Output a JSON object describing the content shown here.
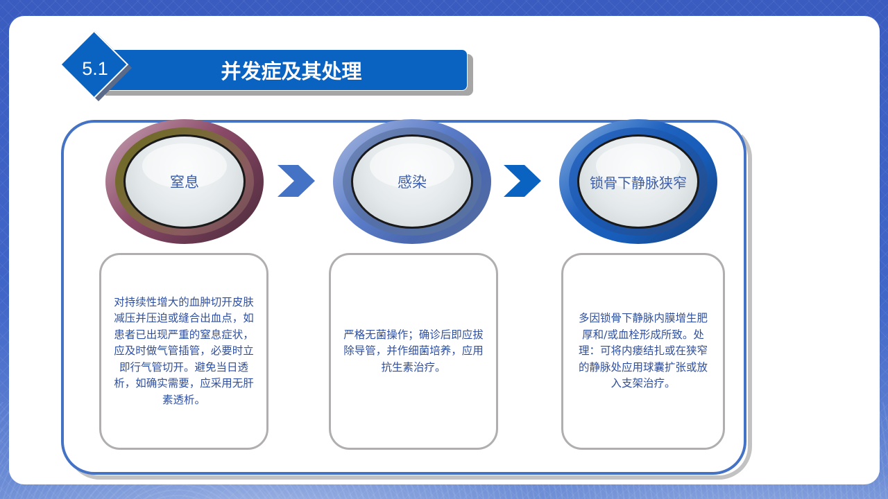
{
  "slide": {
    "section_number": "5.1",
    "title": "并发症及其处理"
  },
  "complications": [
    {
      "name": "窒息",
      "description": "对持续性增大的血肿切开皮肤减压并压迫或缝合出血点，如患者已出现严重的窒息症状，应及时做气管插管，必要时立即行气管切开。避免当日透析，如确实需要，应采用无肝素透析。"
    },
    {
      "name": "感染",
      "description": "严格无菌操作；确诊后即应拔除导管，并作细菌培养，应用抗生素治疗。"
    },
    {
      "name": "锁骨下静脉狭窄",
      "description": "多因锁骨下静脉内膜增生肥厚和/或血栓形成所致。处理：可将内瘘结扎或在狭窄的静脉处应用球囊扩张或放入支架治疗。"
    }
  ],
  "icons": {
    "arrow": "chevron-right-icon"
  },
  "colors": {
    "accent_blue": "#0a63c0",
    "frame_blue": "#4472c4",
    "text_blue": "#2f4f9e",
    "box_border_gray": "#b0aeae"
  }
}
